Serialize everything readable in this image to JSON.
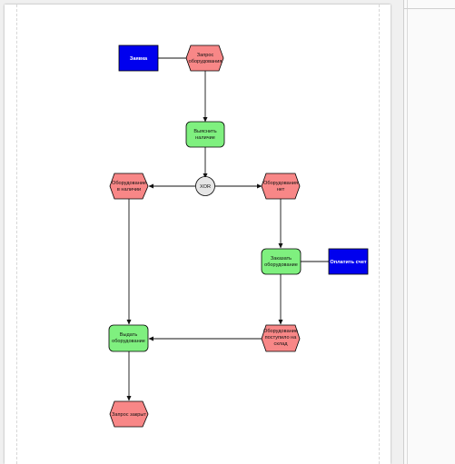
{
  "colors": {
    "event": "#f88787",
    "function": "#7ff07f",
    "doc": "#0000ee",
    "connector": "#e6e6e6"
  },
  "nodes": {
    "zayavka": "Заявка",
    "zapros_oborudovaniya": [
      "Запрос",
      "оборудования"
    ],
    "vyyasnit_nalichie": [
      "Выяснить",
      "наличие"
    ],
    "xor": "XOR",
    "oborudovanie_v_nalichii": [
      "Оборудование",
      "в наличии"
    ],
    "oborudovaniya_net": [
      "Оборудования",
      "нет"
    ],
    "zakazat_oborudovanie": [
      "Заказать",
      "оборудование"
    ],
    "oplatit_schet": "Оплатить счет",
    "vydat_oborudovanie": [
      "Выдать",
      "оборудование"
    ],
    "oborudovanie_postupilo": [
      "Оборудование",
      "поступило на",
      "склад"
    ],
    "zapros_zakryt": "Запрос закрыт"
  }
}
